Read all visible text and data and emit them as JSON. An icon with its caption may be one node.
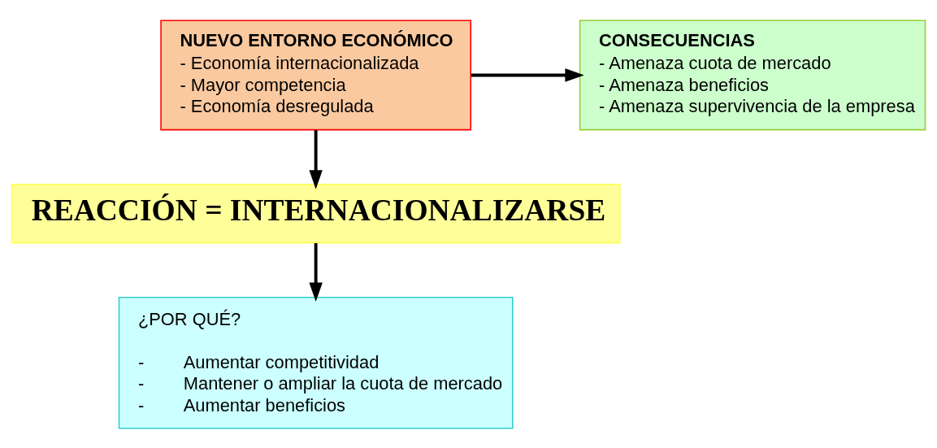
{
  "diagram": {
    "nodes": [
      {
        "text": [
          "NUEVO ENTORNO ECONÓMICO",
          "- Economía internacionalizada",
          "- Mayor competencia",
          "- Economía desregulada"
        ]
      },
      {
        "text": [
          "CONSECUENCIAS",
          "- Amenaza cuota de mercado",
          "- Amenaza beneficios",
          "- Amenaza supervivencia de la empresa"
        ]
      },
      {
        "text": [
          "REACCIÓN = INTERNACIONALIZARSE"
        ]
      },
      {
        "text": [
          "¿POR QUÉ?",
          "-        Aumentar competitividad",
          "-        Mantener o ampliar la cuota de mercado",
          "-        Aumentar beneficios"
        ]
      }
    ],
    "edges": [
      {
        "from": 0,
        "to": 1,
        "arrow": "to"
      },
      {
        "from": 0,
        "to": 2,
        "arrow": "to"
      },
      {
        "from": 2,
        "to": 3,
        "arrow": "to"
      }
    ]
  }
}
